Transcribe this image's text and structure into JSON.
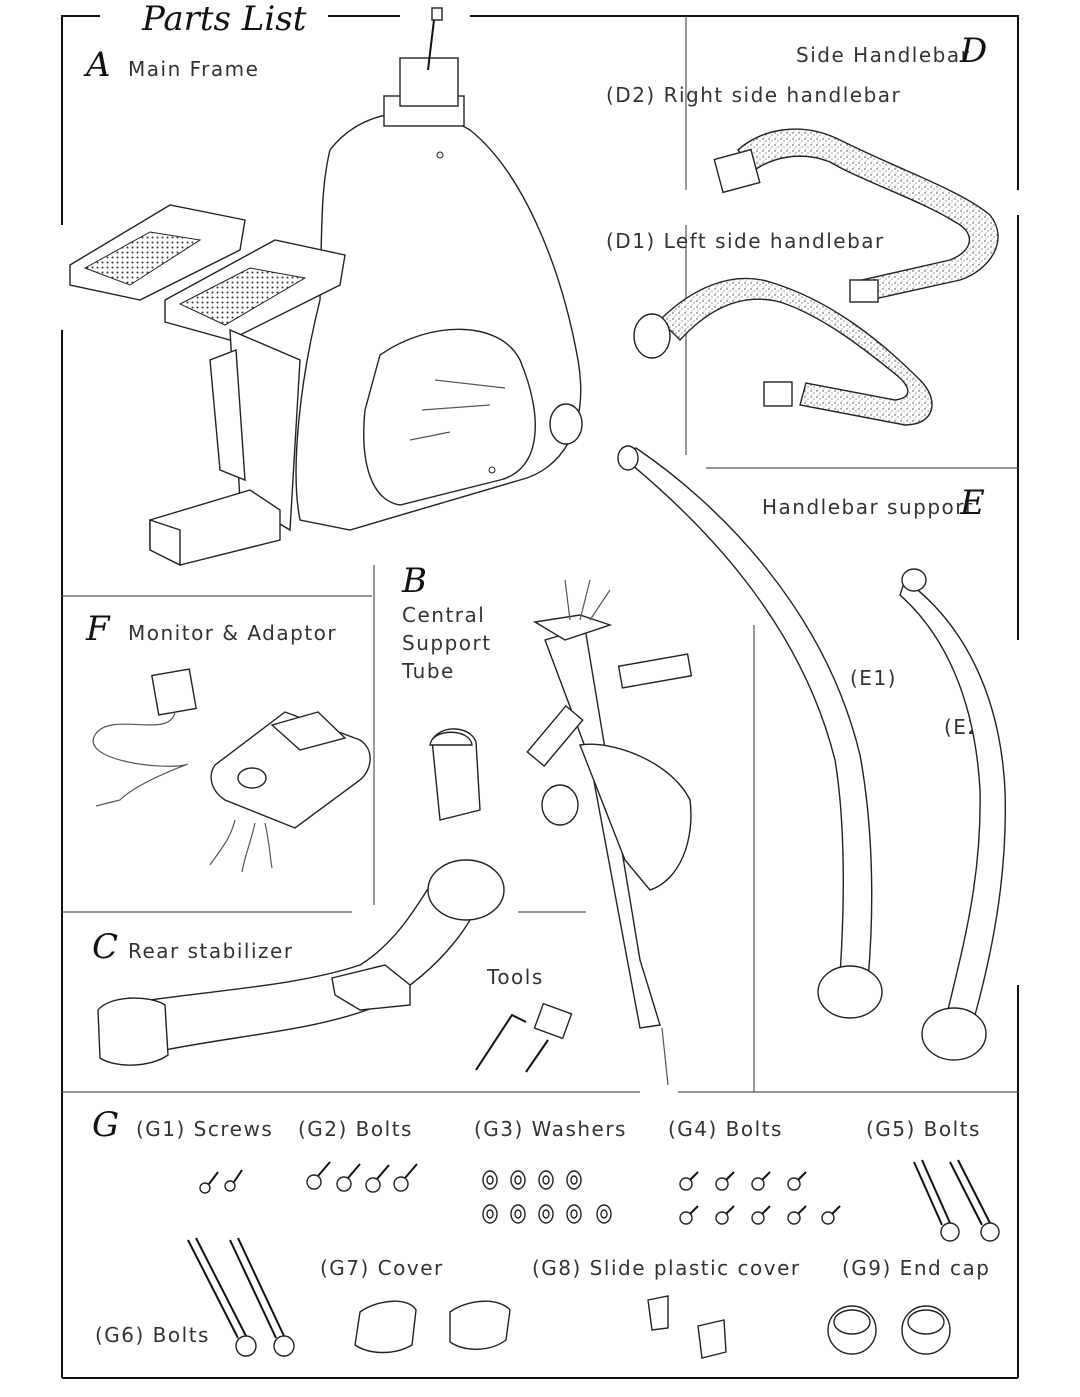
{
  "title": "Parts List",
  "sections": {
    "A": {
      "letter": "A",
      "name": "Main Frame"
    },
    "B": {
      "letter": "B",
      "name_lines": [
        "Central",
        "Support",
        "Tube"
      ]
    },
    "C": {
      "letter": "C",
      "name": "Rear stabilizer"
    },
    "D": {
      "letter": "D",
      "name": "Side Handlebar",
      "d2": "(D2)  Right side handlebar",
      "d1": "(D1)  Left side handlebar"
    },
    "E": {
      "letter": "E",
      "name": "Handlebar support",
      "e1": "(E1)",
      "e2": "(E2)"
    },
    "F": {
      "letter": "F",
      "name": "Monitor & Adaptor"
    },
    "tools": "Tools",
    "G": {
      "letter": "G",
      "g1": "(G1)  Screws",
      "g2": "(G2)  Bolts",
      "g3": "(G3)  Washers",
      "g4": "(G4)  Bolts",
      "g5": "(G5)  Bolts",
      "g6": "(G6)  Bolts",
      "g7": "(G7)  Cover",
      "g8": "(G8)  Slide plastic cover",
      "g9": "(G9)  End cap"
    }
  }
}
